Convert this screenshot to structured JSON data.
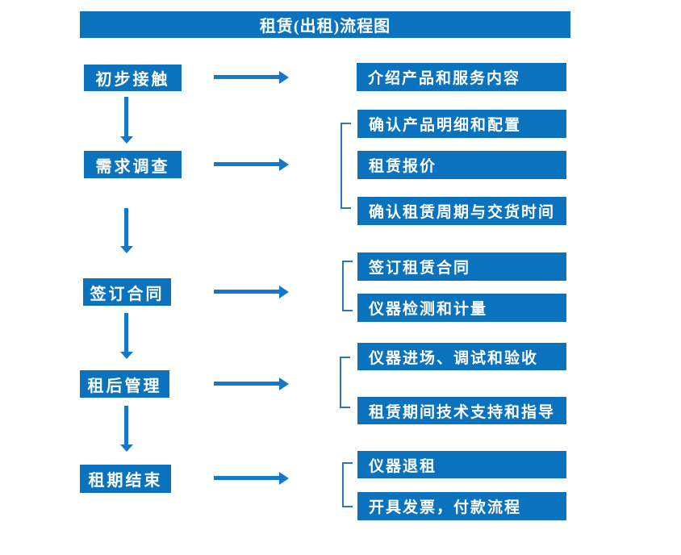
{
  "title": "租赁(出租)流程图",
  "colors": {
    "box_blue": "#0B72BE",
    "arrow_blue": "#1477CC",
    "bracket_blue": "#2E75B6",
    "text_white": "#FFFFFF"
  },
  "steps": [
    {
      "label": "初步接触",
      "details": [
        "介绍产品和服务内容"
      ]
    },
    {
      "label": "需求调查",
      "details": [
        "确认产品明细和配置",
        "租赁报价",
        "确认租赁周期与交货时间"
      ]
    },
    {
      "label": "签订合同",
      "details": [
        "签订租赁合同",
        "仪器检测和计量"
      ]
    },
    {
      "label": "租后管理",
      "details": [
        "仪器进场、调试和验收",
        "租赁期间技术支持和指导"
      ]
    },
    {
      "label": "租期结束",
      "details": [
        "仪器退租",
        "开具发票，付款流程"
      ]
    }
  ]
}
